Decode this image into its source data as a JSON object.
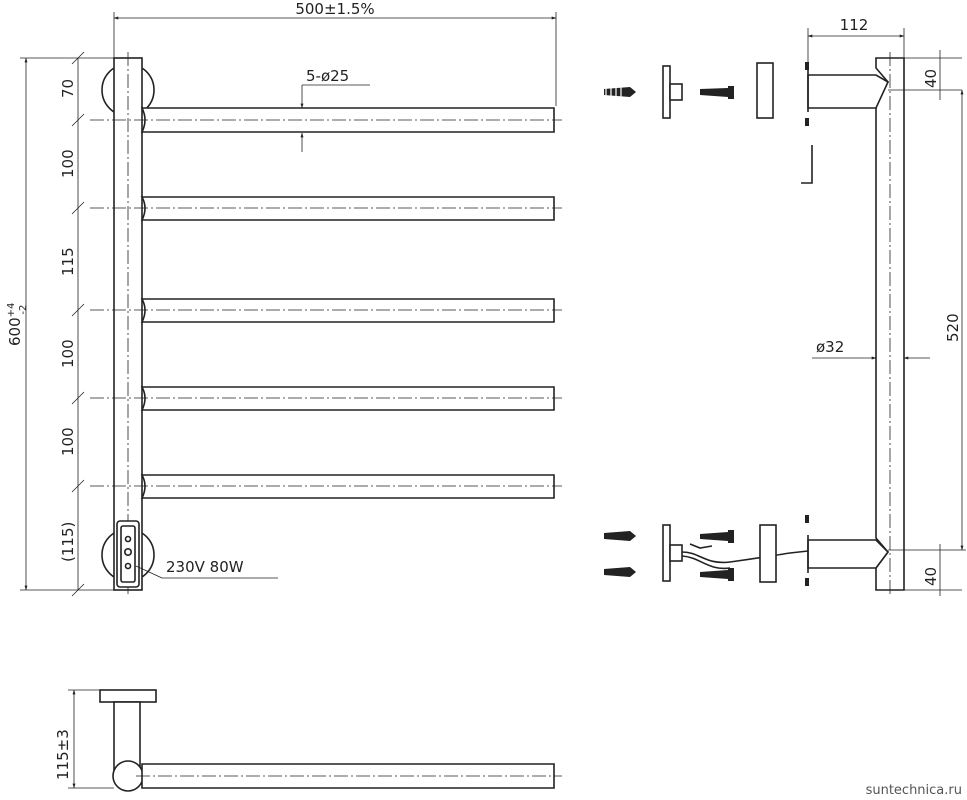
{
  "dimensions": {
    "width_total": "500±1.5%",
    "bars_diameter": "5-ø25",
    "height_base": "600",
    "height_tol_upper": "+4",
    "height_tol_lower": "-2",
    "gap_top": "70",
    "gap_1": "100",
    "gap_2": "115",
    "gap_3": "100",
    "gap_4": "100",
    "gap_bottom": "(115)",
    "electric": "230V 80W",
    "side_depth": "112",
    "side_top_offset": "40",
    "side_bottom_offset": "40",
    "side_height": "520",
    "pipe_diameter": "ø32",
    "bottom_depth": "115±3"
  },
  "watermark": "suntechnica.ru"
}
